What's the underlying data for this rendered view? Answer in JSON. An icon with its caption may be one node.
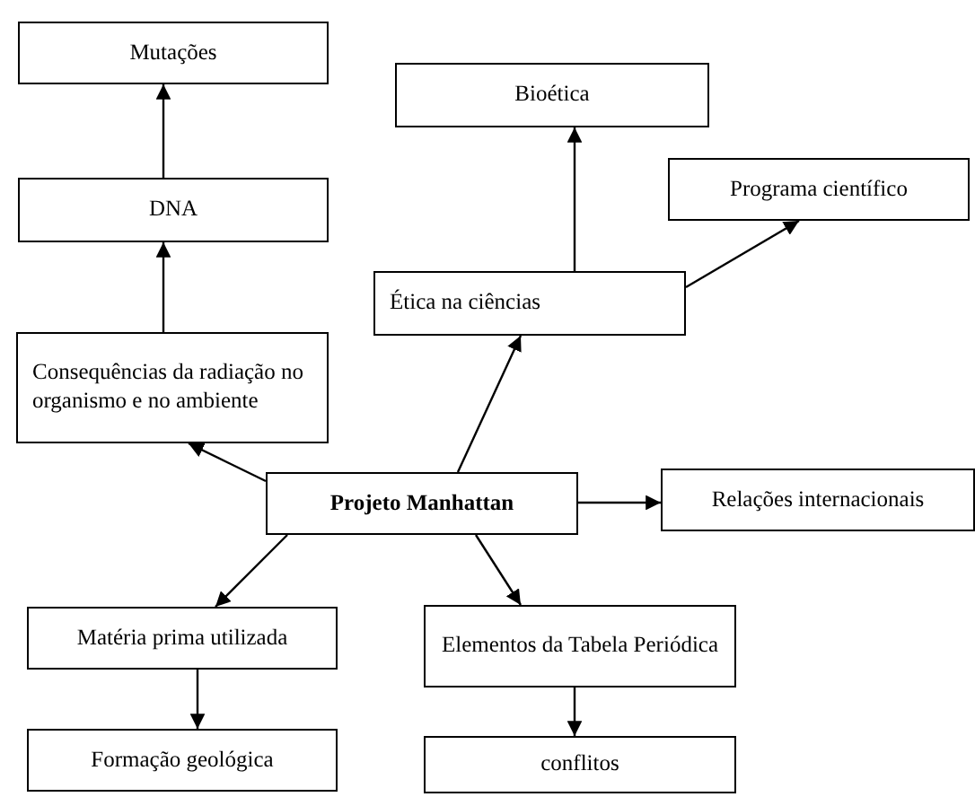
{
  "diagram": {
    "nodes": [
      {
        "text": [
          "Mutações"
        ]
      },
      {
        "text": [
          "DNA"
        ]
      },
      {
        "text": [
          "Consequências da radiação no organismo e no ambiente"
        ]
      },
      {
        "text": [
          "Bioética"
        ]
      },
      {
        "text": [
          "Programa científico"
        ]
      },
      {
        "text": [
          "Ética na ciências"
        ]
      },
      {
        "text": [
          "Projeto Manhattan"
        ]
      },
      {
        "text": [
          "Relações internacionais"
        ]
      },
      {
        "text": [
          "Matéria prima utilizada"
        ]
      },
      {
        "text": [
          "Elementos da Tabela Periódica"
        ]
      },
      {
        "text": [
          "Formação geológica"
        ]
      },
      {
        "text": [
          "conflitos"
        ]
      }
    ],
    "edges": [
      {
        "from": 6,
        "to": 2,
        "arrow": "to"
      },
      {
        "from": 2,
        "to": 1,
        "arrow": "to"
      },
      {
        "from": 1,
        "to": 0,
        "arrow": "to"
      },
      {
        "from": 6,
        "to": 5,
        "arrow": "to"
      },
      {
        "from": 5,
        "to": 3,
        "arrow": "to"
      },
      {
        "from": 5,
        "to": 4,
        "arrow": "to"
      },
      {
        "from": 6,
        "to": 7,
        "arrow": "to"
      },
      {
        "from": 6,
        "to": 8,
        "arrow": "to"
      },
      {
        "from": 6,
        "to": 9,
        "arrow": "to"
      },
      {
        "from": 8,
        "to": 10,
        "arrow": "to"
      },
      {
        "from": 9,
        "to": 11,
        "arrow": "to"
      }
    ]
  }
}
